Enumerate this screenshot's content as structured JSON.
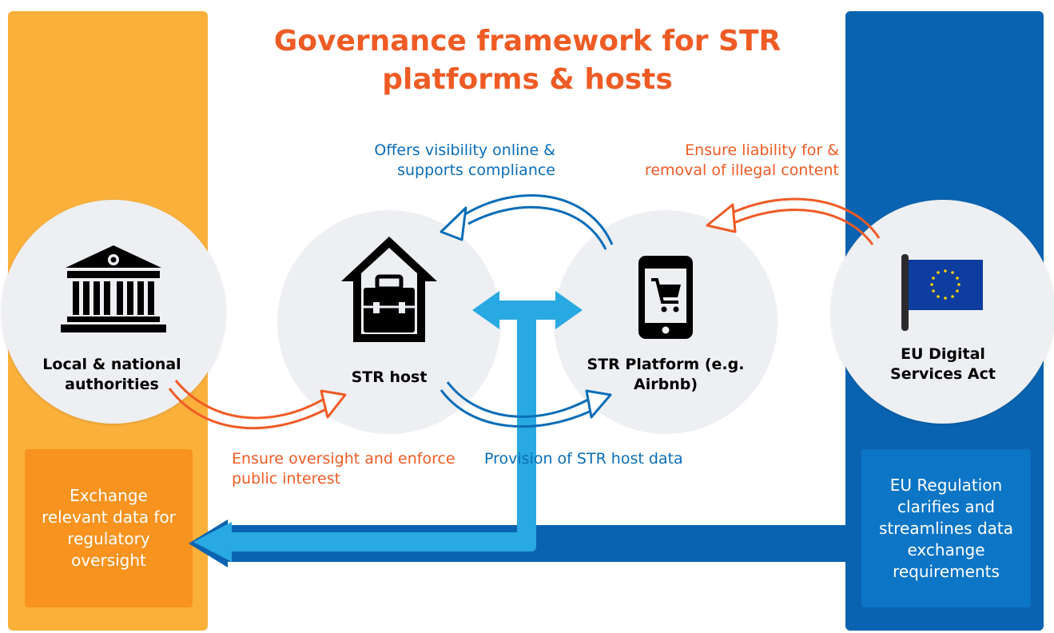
{
  "title": "Governance framework for STR platforms & hosts",
  "nodes": {
    "authorities": "Local & national authorities",
    "host": "STR host",
    "platform": "STR Platform (e.g. Airbnb)",
    "dsa": "EU Digital Services Act"
  },
  "flows": {
    "offers_visibility": "Offers visibility online & supports compliance",
    "ensure_liability": "Ensure liability for & removal of illegal content",
    "ensure_oversight": "Ensure oversight and enforce public interest",
    "provision_data": "Provision of STR host data"
  },
  "boxes": {
    "exchange": "Exchange relevant data for regulatory oversight",
    "regulation": "EU Regulation clarifies and streamlines data exchange requirements"
  },
  "colors": {
    "orange": "#EF5B25",
    "yellow_panel": "#FBB03B",
    "orange_box": "#F7931E",
    "dark_blue": "#0A63B0",
    "mid_blue": "#0C75C6",
    "light_blue": "#29A9E1",
    "node_fill": "#EDEFF2"
  },
  "icons": [
    "bank-icon",
    "house-briefcase-icon",
    "phone-cart-icon",
    "eu-flag-icon"
  ]
}
